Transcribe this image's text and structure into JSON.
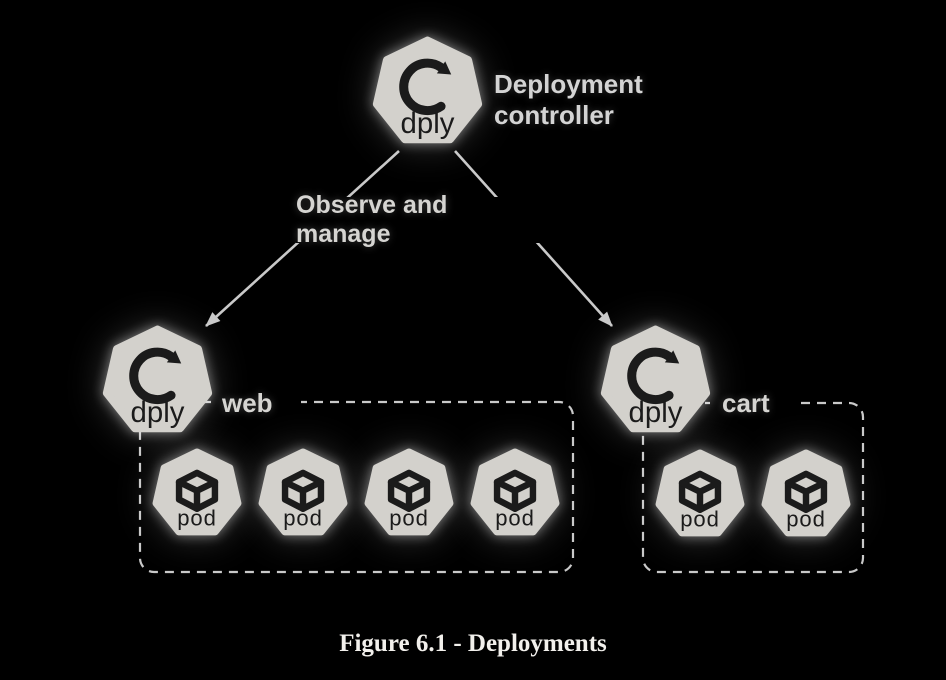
{
  "figure": {
    "caption": "Figure 6.1 - Deployments"
  },
  "colors": {
    "background": "#000000",
    "node_fill": "#d3d1cc",
    "node_ink": "#1b1b1b",
    "label_text": "#d6d5d2",
    "connector": "#c9c9c9",
    "caption_text": "#f2f0ec"
  },
  "controller": {
    "node_label": "dply",
    "title": "Deployment controller",
    "icon": "refresh-icon"
  },
  "edge": {
    "label": "Observe and manage"
  },
  "deployments": [
    {
      "name": "web",
      "node_label": "dply",
      "icon": "refresh-icon",
      "pod_count": 4,
      "pods": [
        {
          "label": "pod",
          "icon": "cube-icon"
        },
        {
          "label": "pod",
          "icon": "cube-icon"
        },
        {
          "label": "pod",
          "icon": "cube-icon"
        },
        {
          "label": "pod",
          "icon": "cube-icon"
        }
      ]
    },
    {
      "name": "cart",
      "node_label": "dply",
      "icon": "refresh-icon",
      "pod_count": 2,
      "pods": [
        {
          "label": "pod",
          "icon": "cube-icon"
        },
        {
          "label": "pod",
          "icon": "cube-icon"
        }
      ]
    }
  ]
}
